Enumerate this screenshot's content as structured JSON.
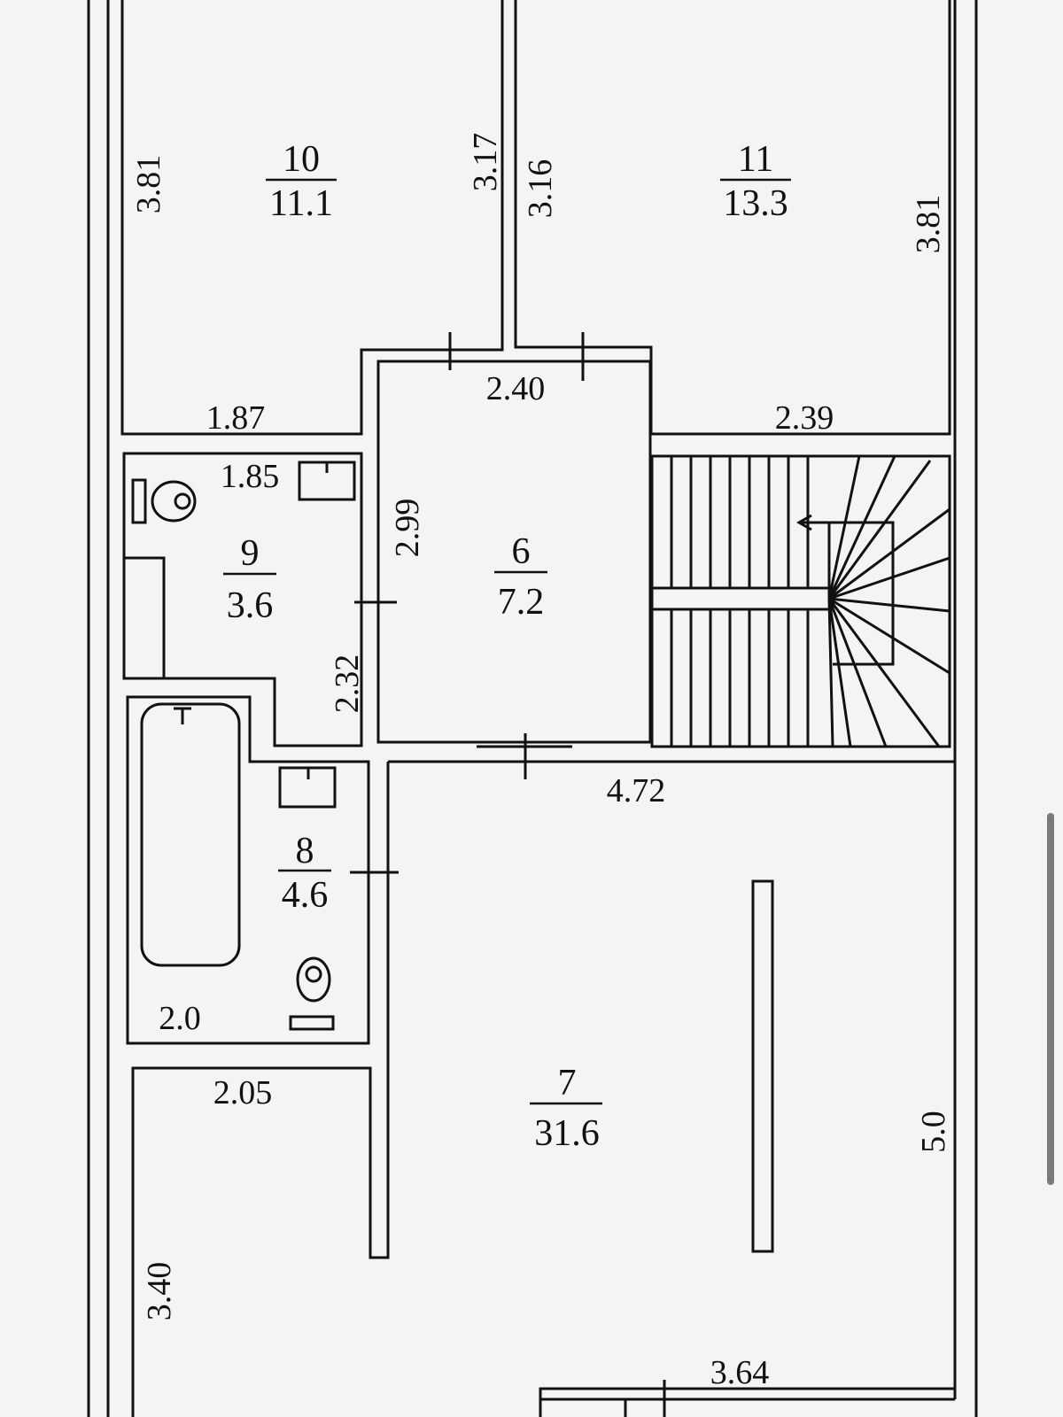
{
  "rooms": [
    {
      "id": "10",
      "number": "10",
      "area": "11.1"
    },
    {
      "id": "11",
      "number": "11",
      "area": "13.3"
    },
    {
      "id": "9",
      "number": "9",
      "area": "3.6"
    },
    {
      "id": "6",
      "number": "6",
      "area": "7.2"
    },
    {
      "id": "8",
      "number": "8",
      "area": "4.6"
    },
    {
      "id": "7",
      "number": "7",
      "area": "31.6"
    }
  ],
  "dimensions": [
    {
      "id": "d381a",
      "text": "3.81"
    },
    {
      "id": "d317",
      "text": "3.17"
    },
    {
      "id": "d316",
      "text": "3.16"
    },
    {
      "id": "d381b",
      "text": "3.81"
    },
    {
      "id": "d240",
      "text": "2.40"
    },
    {
      "id": "d187",
      "text": "1.87"
    },
    {
      "id": "d239",
      "text": "2.39"
    },
    {
      "id": "d185",
      "text": "1.85"
    },
    {
      "id": "d299",
      "text": "2.99"
    },
    {
      "id": "d232",
      "text": "2.32"
    },
    {
      "id": "d472",
      "text": "4.72"
    },
    {
      "id": "d20",
      "text": "2.0"
    },
    {
      "id": "d205",
      "text": "2.05"
    },
    {
      "id": "d50",
      "text": "5.0"
    },
    {
      "id": "d340",
      "text": "3.40"
    },
    {
      "id": "d364",
      "text": "3.64"
    }
  ],
  "colors": {
    "ink": "#111111",
    "paper": "#f4f4f2"
  }
}
